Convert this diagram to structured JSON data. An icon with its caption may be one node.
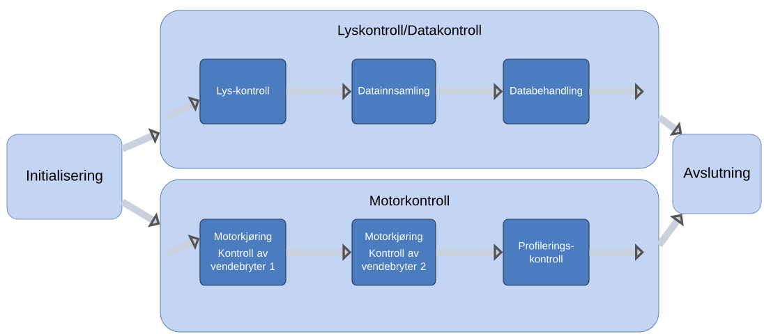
{
  "diagram": {
    "nodes": [
      {
        "text": [
          "Initialisering"
        ]
      },
      {
        "text": [
          "Lyskontroll/Datakontroll"
        ]
      },
      {
        "text": [
          "Lys-kontroll"
        ],
        "in": 1
      },
      {
        "text": [
          "Datainnsamling"
        ],
        "in": 1
      },
      {
        "text": [
          "Databehandling"
        ],
        "in": 1
      },
      {
        "text": [
          "Motorkontroll"
        ]
      },
      {
        "text": [
          "Motorkjøring",
          "Kontroll av vendebryter 1"
        ],
        "in": 5
      },
      {
        "text": [
          "Motorkjøring",
          "Kontroll av vendebryter 2"
        ],
        "in": 5
      },
      {
        "text": [
          "Profilerings-kontroll"
        ],
        "in": 5
      },
      {
        "text": [
          "Avslutning"
        ]
      }
    ],
    "edges": [
      {
        "from": 0,
        "to": 1,
        "arrow": "to"
      },
      {
        "from": null,
        "to": 2,
        "arrow": "to"
      },
      {
        "from": 2,
        "to": 3,
        "arrow": "to"
      },
      {
        "from": 3,
        "to": 4,
        "arrow": "to"
      },
      {
        "from": 4,
        "to": null,
        "arrow": "to"
      },
      {
        "from": 1,
        "to": 9,
        "arrow": "to"
      },
      {
        "from": 0,
        "to": 5,
        "arrow": "to"
      },
      {
        "from": null,
        "to": 6,
        "arrow": "to"
      },
      {
        "from": 6,
        "to": 7,
        "arrow": "to"
      },
      {
        "from": 7,
        "to": 8,
        "arrow": "to"
      },
      {
        "from": 8,
        "to": null,
        "arrow": "to"
      },
      {
        "from": 5,
        "to": 9,
        "arrow": "to"
      }
    ]
  }
}
